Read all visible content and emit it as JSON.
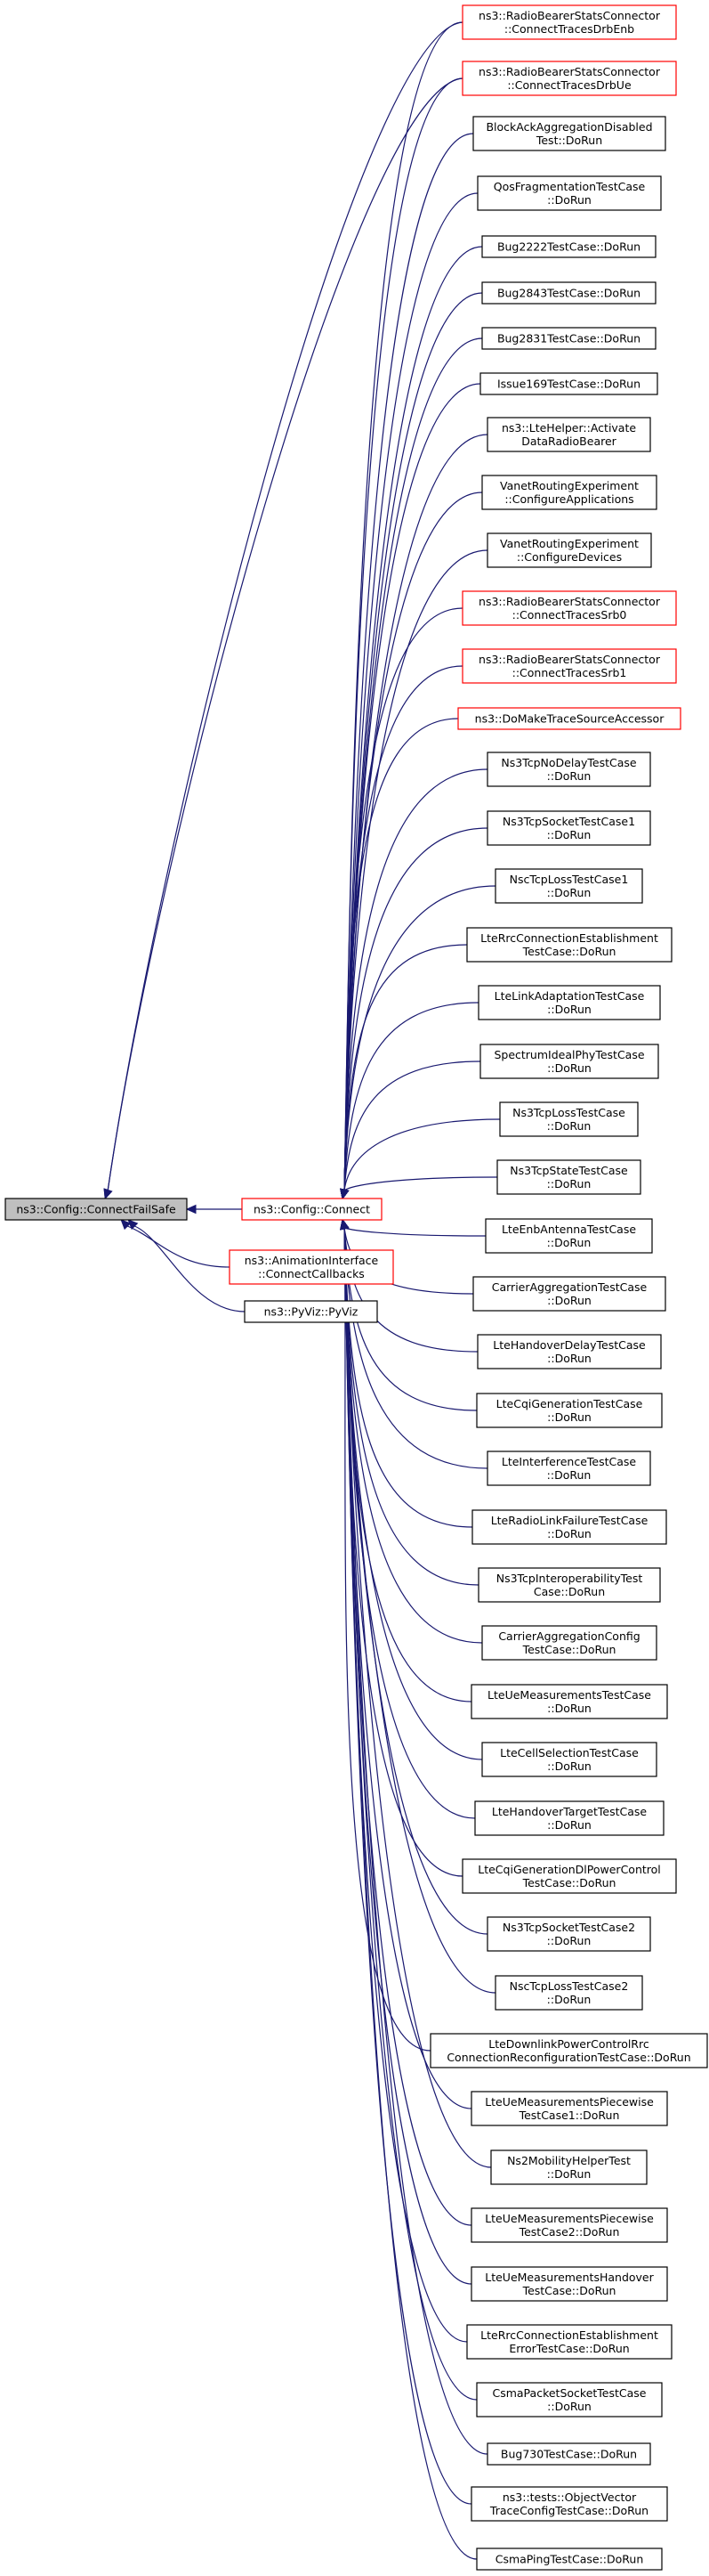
{
  "colors": {
    "edge": "#191970",
    "border_default": "#000000",
    "border_highlight": "#ff0000",
    "root_fill": "#bfbfbf",
    "node_fill": "#ffffff"
  },
  "nodes": [
    {
      "id": "root",
      "lines": [
        "ns3::Config::ConnectFailSafe"
      ],
      "style": "root"
    },
    {
      "id": "connect",
      "lines": [
        "ns3::Config::Connect"
      ],
      "style": "red"
    },
    {
      "id": "anim",
      "lines": [
        "ns3::AnimationInterface",
        "::ConnectCallbacks"
      ],
      "style": "red"
    },
    {
      "id": "pyviz",
      "lines": [
        "ns3::PyViz::PyViz"
      ],
      "style": "black"
    },
    {
      "id": "rbs_drbenb",
      "lines": [
        "ns3::RadioBearerStatsConnector",
        "::ConnectTracesDrbEnb"
      ],
      "style": "red"
    },
    {
      "id": "rbs_drbue",
      "lines": [
        "ns3::RadioBearerStatsConnector",
        "::ConnectTracesDrbUe"
      ],
      "style": "red"
    },
    {
      "id": "blockack",
      "lines": [
        "BlockAckAggregationDisabled",
        "Test::DoRun"
      ],
      "style": "black"
    },
    {
      "id": "qosfrag",
      "lines": [
        "QosFragmentationTestCase",
        "::DoRun"
      ],
      "style": "black"
    },
    {
      "id": "bug2222",
      "lines": [
        "Bug2222TestCase::DoRun"
      ],
      "style": "black"
    },
    {
      "id": "bug2843",
      "lines": [
        "Bug2843TestCase::DoRun"
      ],
      "style": "black"
    },
    {
      "id": "bug2831",
      "lines": [
        "Bug2831TestCase::DoRun"
      ],
      "style": "black"
    },
    {
      "id": "issue169",
      "lines": [
        "Issue169TestCase::DoRun"
      ],
      "style": "black"
    },
    {
      "id": "ltehelper",
      "lines": [
        "ns3::LteHelper::Activate",
        "DataRadioBearer"
      ],
      "style": "black"
    },
    {
      "id": "vanet_apps",
      "lines": [
        "VanetRoutingExperiment",
        "::ConfigureApplications"
      ],
      "style": "black"
    },
    {
      "id": "vanet_dev",
      "lines": [
        "VanetRoutingExperiment",
        "::ConfigureDevices"
      ],
      "style": "black"
    },
    {
      "id": "rbs_srb0",
      "lines": [
        "ns3::RadioBearerStatsConnector",
        "::ConnectTracesSrb0"
      ],
      "style": "red"
    },
    {
      "id": "rbs_srb1",
      "lines": [
        "ns3::RadioBearerStatsConnector",
        "::ConnectTracesSrb1"
      ],
      "style": "red"
    },
    {
      "id": "domaketrace",
      "lines": [
        "ns3::DoMakeTraceSourceAccessor"
      ],
      "style": "red"
    },
    {
      "id": "ns3tcpnodelay",
      "lines": [
        "Ns3TcpNoDelayTestCase",
        "::DoRun"
      ],
      "style": "black"
    },
    {
      "id": "ns3tcpsocket1",
      "lines": [
        "Ns3TcpSocketTestCase1",
        "::DoRun"
      ],
      "style": "black"
    },
    {
      "id": "nsctcploss1",
      "lines": [
        "NscTcpLossTestCase1",
        "::DoRun"
      ],
      "style": "black"
    },
    {
      "id": "lterrcconn",
      "lines": [
        "LteRrcConnectionEstablishment",
        "TestCase::DoRun"
      ],
      "style": "black"
    },
    {
      "id": "ltelinkadapt",
      "lines": [
        "LteLinkAdaptationTestCase",
        "::DoRun"
      ],
      "style": "black"
    },
    {
      "id": "spectrumideal",
      "lines": [
        "SpectrumIdealPhyTestCase",
        "::DoRun"
      ],
      "style": "black"
    },
    {
      "id": "ns3tcploss",
      "lines": [
        "Ns3TcpLossTestCase",
        "::DoRun"
      ],
      "style": "black"
    },
    {
      "id": "ns3tcpstate",
      "lines": [
        "Ns3TcpStateTestCase",
        "::DoRun"
      ],
      "style": "black"
    },
    {
      "id": "lteenbantenna",
      "lines": [
        "LteEnbAntennaTestCase",
        "::DoRun"
      ],
      "style": "black"
    },
    {
      "id": "carrieragg",
      "lines": [
        "CarrierAggregationTestCase",
        "::DoRun"
      ],
      "style": "black"
    },
    {
      "id": "ltehandoverdelay",
      "lines": [
        "LteHandoverDelayTestCase",
        "::DoRun"
      ],
      "style": "black"
    },
    {
      "id": "ltecqigen",
      "lines": [
        "LteCqiGenerationTestCase",
        "::DoRun"
      ],
      "style": "black"
    },
    {
      "id": "lteinterference",
      "lines": [
        "LteInterferenceTestCase",
        "::DoRun"
      ],
      "style": "black"
    },
    {
      "id": "lteradiolink",
      "lines": [
        "LteRadioLinkFailureTestCase",
        "::DoRun"
      ],
      "style": "black"
    },
    {
      "id": "ns3tcpinterop",
      "lines": [
        "Ns3TcpInteroperabilityTest",
        "Case::DoRun"
      ],
      "style": "black"
    },
    {
      "id": "carrieraggconfig",
      "lines": [
        "CarrierAggregationConfig",
        "TestCase::DoRun"
      ],
      "style": "black"
    },
    {
      "id": "lteuemeas",
      "lines": [
        "LteUeMeasurementsTestCase",
        "::DoRun"
      ],
      "style": "black"
    },
    {
      "id": "ltecellsel",
      "lines": [
        "LteCellSelectionTestCase",
        "::DoRun"
      ],
      "style": "black"
    },
    {
      "id": "ltehandovertarget",
      "lines": [
        "LteHandoverTargetTestCase",
        "::DoRun"
      ],
      "style": "black"
    },
    {
      "id": "ltecqigendl",
      "lines": [
        "LteCqiGenerationDlPowerControl",
        "TestCase::DoRun"
      ],
      "style": "black"
    },
    {
      "id": "ns3tcpsocket2",
      "lines": [
        "Ns3TcpSocketTestCase2",
        "::DoRun"
      ],
      "style": "black"
    },
    {
      "id": "nsctcploss2",
      "lines": [
        "NscTcpLossTestCase2",
        "::DoRun"
      ],
      "style": "black"
    },
    {
      "id": "ltedownlinkpc",
      "lines": [
        "LteDownlinkPowerControlRrc",
        "ConnectionReconfigurationTestCase::DoRun"
      ],
      "style": "black"
    },
    {
      "id": "lteuemeaspw1",
      "lines": [
        "LteUeMeasurementsPiecewise",
        "TestCase1::DoRun"
      ],
      "style": "black"
    },
    {
      "id": "ns2mobility",
      "lines": [
        "Ns2MobilityHelperTest",
        "::DoRun"
      ],
      "style": "black"
    },
    {
      "id": "lteuemeaspw2",
      "lines": [
        "LteUeMeasurementsPiecewise",
        "TestCase2::DoRun"
      ],
      "style": "black"
    },
    {
      "id": "lteuemeasho",
      "lines": [
        "LteUeMeasurementsHandover",
        "TestCase::DoRun"
      ],
      "style": "black"
    },
    {
      "id": "lterrcconnerr",
      "lines": [
        "LteRrcConnectionEstablishment",
        "ErrorTestCase::DoRun"
      ],
      "style": "black"
    },
    {
      "id": "csmapacket",
      "lines": [
        "CsmaPacketSocketTestCase",
        "::DoRun"
      ],
      "style": "black"
    },
    {
      "id": "bug730",
      "lines": [
        "Bug730TestCase::DoRun"
      ],
      "style": "black"
    },
    {
      "id": "objvector",
      "lines": [
        "ns3::tests::ObjectVector",
        "TraceConfigTestCase::DoRun"
      ],
      "style": "black"
    },
    {
      "id": "csmaping",
      "lines": [
        "CsmaPingTestCase::DoRun"
      ],
      "style": "black"
    }
  ],
  "edges": [
    {
      "from": "connect",
      "to": "root"
    },
    {
      "from": "anim",
      "to": "root"
    },
    {
      "from": "pyviz",
      "to": "root"
    },
    {
      "from": "rbs_drbenb",
      "to": "root"
    },
    {
      "from": "rbs_drbue",
      "to": "root"
    },
    {
      "from": "rbs_drbenb",
      "to": "connect"
    },
    {
      "from": "rbs_drbue",
      "to": "connect"
    },
    {
      "from": "blockack",
      "to": "connect"
    },
    {
      "from": "qosfrag",
      "to": "connect"
    },
    {
      "from": "bug2222",
      "to": "connect"
    },
    {
      "from": "bug2843",
      "to": "connect"
    },
    {
      "from": "bug2831",
      "to": "connect"
    },
    {
      "from": "issue169",
      "to": "connect"
    },
    {
      "from": "ltehelper",
      "to": "connect"
    },
    {
      "from": "vanet_apps",
      "to": "connect"
    },
    {
      "from": "vanet_dev",
      "to": "connect"
    },
    {
      "from": "rbs_srb0",
      "to": "connect"
    },
    {
      "from": "rbs_srb1",
      "to": "connect"
    },
    {
      "from": "domaketrace",
      "to": "connect"
    },
    {
      "from": "ns3tcpnodelay",
      "to": "connect"
    },
    {
      "from": "ns3tcpsocket1",
      "to": "connect"
    },
    {
      "from": "nsctcploss1",
      "to": "connect"
    },
    {
      "from": "lterrcconn",
      "to": "connect"
    },
    {
      "from": "ltelinkadapt",
      "to": "connect"
    },
    {
      "from": "spectrumideal",
      "to": "connect"
    },
    {
      "from": "ns3tcploss",
      "to": "connect"
    },
    {
      "from": "ns3tcpstate",
      "to": "connect"
    },
    {
      "from": "lteenbantenna",
      "to": "connect"
    },
    {
      "from": "carrieragg",
      "to": "connect"
    },
    {
      "from": "ltehandoverdelay",
      "to": "connect"
    },
    {
      "from": "ltecqigen",
      "to": "connect"
    },
    {
      "from": "lteinterference",
      "to": "connect"
    },
    {
      "from": "lteradiolink",
      "to": "connect"
    },
    {
      "from": "ns3tcpinterop",
      "to": "connect"
    },
    {
      "from": "carrieraggconfig",
      "to": "connect"
    },
    {
      "from": "lteuemeas",
      "to": "connect"
    },
    {
      "from": "ltecellsel",
      "to": "connect"
    },
    {
      "from": "ltehandovertarget",
      "to": "connect"
    },
    {
      "from": "ltecqigendl",
      "to": "connect"
    },
    {
      "from": "ns3tcpsocket2",
      "to": "connect"
    },
    {
      "from": "nsctcploss2",
      "to": "connect"
    },
    {
      "from": "ltedownlinkpc",
      "to": "connect"
    },
    {
      "from": "lteuemeaspw1",
      "to": "connect"
    },
    {
      "from": "ns2mobility",
      "to": "connect"
    },
    {
      "from": "lteuemeaspw2",
      "to": "connect"
    },
    {
      "from": "lteuemeasho",
      "to": "connect"
    },
    {
      "from": "lterrcconnerr",
      "to": "connect"
    },
    {
      "from": "csmapacket",
      "to": "connect"
    },
    {
      "from": "bug730",
      "to": "connect"
    },
    {
      "from": "objvector",
      "to": "connect"
    },
    {
      "from": "csmaping",
      "to": "connect"
    }
  ]
}
